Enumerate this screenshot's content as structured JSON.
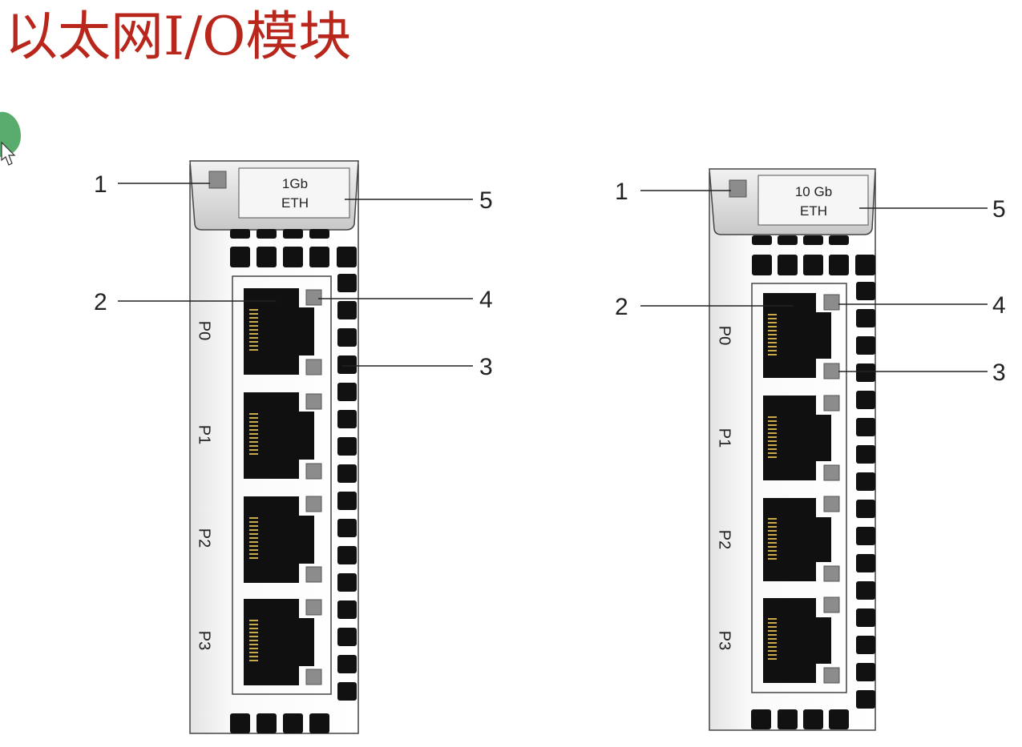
{
  "slide": {
    "title": "以太网I/O模块",
    "title_color": "#b8261c"
  },
  "modules": [
    {
      "eth_label_line1": "1Gb",
      "eth_label_line2": "ETH",
      "ports": [
        "P0",
        "P1",
        "P2",
        "P3"
      ],
      "callouts": [
        "1",
        "2",
        "3",
        "4",
        "5"
      ]
    },
    {
      "eth_label_line1": "10 Gb",
      "eth_label_line2": "ETH",
      "ports": [
        "P0",
        "P1",
        "P2",
        "P3"
      ],
      "callouts": [
        "1",
        "2",
        "3",
        "4",
        "5"
      ]
    }
  ],
  "colors": {
    "port_body": "#101010",
    "led": "#8c8c8c",
    "pins": "#c9a94a",
    "vent": "#111111",
    "cursor_blob": "#5aab6e"
  },
  "icons": {
    "cursor": "mouse-pointer-icon"
  }
}
